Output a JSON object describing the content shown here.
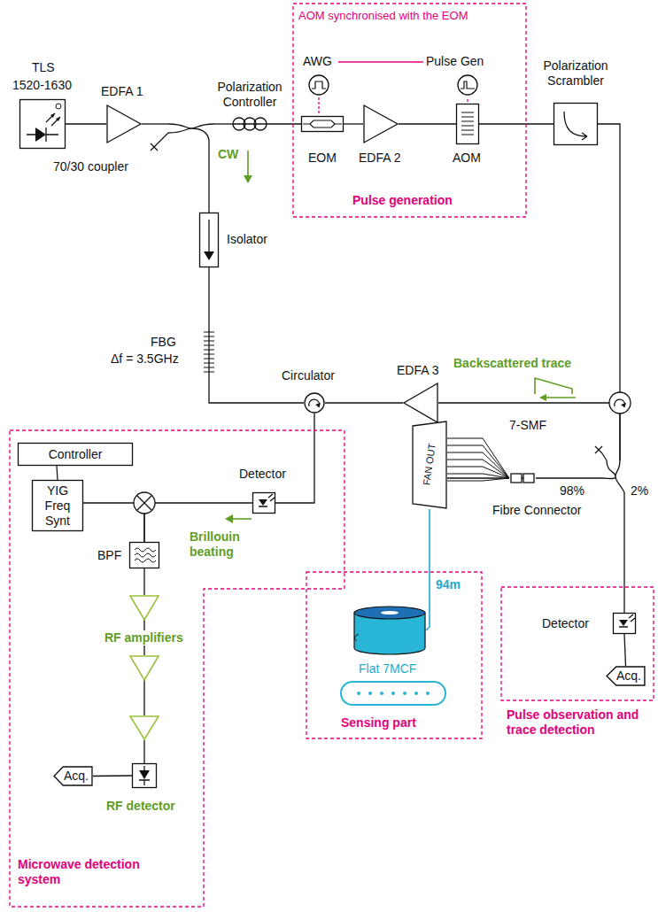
{
  "diagram": {
    "nodes": [
      {
        "text": [
          "TLS",
          "1520-1630"
        ]
      },
      {
        "text": [
          "EDFA 1"
        ]
      },
      {
        "text": [
          "70/30 coupler"
        ]
      },
      {
        "text": [
          "Polarization Controller"
        ]
      },
      {
        "text": [
          "AOM synchronised with the EOM",
          "Pulse generation"
        ]
      },
      {
        "text": [
          "AWG"
        ],
        "in": 4
      },
      {
        "text": [
          "EOM"
        ],
        "in": 4
      },
      {
        "text": [
          "EDFA 2"
        ],
        "in": 4
      },
      {
        "text": [
          "AOM"
        ],
        "in": 4
      },
      {
        "text": [
          "Pulse Gen"
        ],
        "in": 4
      },
      {
        "text": [
          "Polarization Scrambler"
        ]
      },
      {
        "text": [
          "Isolator"
        ]
      },
      {
        "text": [
          "FBG",
          "Δf = 3.5GHz"
        ]
      },
      {
        "text": [
          "Circulator"
        ]
      },
      {
        "text": [
          "EDFA 3"
        ]
      },
      {
        "text": [
          "98%",
          "2%"
        ]
      },
      {
        "text": [
          "Fibre Connector"
        ]
      },
      {
        "text": [
          "7-SMF",
          "FAN OUT"
        ]
      },
      {
        "text": [
          "94m",
          "Flat 7MCF",
          "Sensing part"
        ]
      },
      {
        "text": [
          "Pulse observation and trace detection"
        ]
      },
      {
        "text": [
          "Detector"
        ],
        "in": 19
      },
      {
        "text": [
          "Acq."
        ],
        "in": 19
      },
      {
        "text": [
          "Microwave detection system"
        ]
      },
      {
        "text": [
          "Controller"
        ],
        "in": 22
      },
      {
        "text": [
          "YIG Freq Synt"
        ],
        "in": 22
      },
      {
        "text": [
          "Detector"
        ],
        "in": 22
      },
      {
        "text": [
          "BPF"
        ],
        "in": 22
      },
      {
        "text": [
          "RF amplifiers"
        ],
        "in": 22
      },
      {
        "text": [
          "RF detector"
        ],
        "in": 22
      },
      {
        "text": [
          "Acq."
        ],
        "in": 22
      }
    ],
    "edges": [
      {
        "from": 0,
        "to": 1,
        "arrow": "none"
      },
      {
        "from": 1,
        "to": 2,
        "arrow": "none"
      },
      {
        "from": 2,
        "to": 3,
        "arrow": "none"
      },
      {
        "from": 3,
        "to": 6,
        "arrow": "none"
      },
      {
        "from": 5,
        "to": 6,
        "arrow": "none"
      },
      {
        "from": 5,
        "to": 9,
        "arrow": "none"
      },
      {
        "from": 6,
        "to": 7,
        "arrow": "none"
      },
      {
        "from": 7,
        "to": 8,
        "arrow": "none"
      },
      {
        "from": 9,
        "to": 8,
        "arrow": "none"
      },
      {
        "from": 8,
        "to": 10,
        "arrow": "none"
      },
      {
        "from": 2,
        "to": 11,
        "arrow": "none"
      },
      {
        "from": 11,
        "to": 12,
        "arrow": "none"
      },
      {
        "from": 12,
        "to": 13,
        "arrow": "none"
      },
      {
        "from": 10,
        "to": 15,
        "arrow": "none"
      },
      {
        "from": 15,
        "to": 14,
        "arrow": "none"
      },
      {
        "from": 14,
        "to": 13,
        "arrow": "none"
      },
      {
        "from": 15,
        "to": 16,
        "arrow": "none"
      },
      {
        "from": 16,
        "to": 17,
        "arrow": "none"
      },
      {
        "from": 17,
        "to": 18,
        "arrow": "none"
      },
      {
        "from": 15,
        "to": 20,
        "arrow": "none"
      },
      {
        "from": 20,
        "to": 21,
        "arrow": "none"
      },
      {
        "from": 13,
        "to": 25,
        "arrow": "none"
      },
      {
        "from": 23,
        "to": 24,
        "arrow": "none"
      },
      {
        "from": 24,
        "to": 26,
        "arrow": "none"
      },
      {
        "from": 25,
        "to": 26,
        "arrow": "none"
      },
      {
        "from": 26,
        "to": 27,
        "arrow": "none"
      },
      {
        "from": 27,
        "to": 28,
        "arrow": "none"
      },
      {
        "from": 28,
        "to": 29,
        "arrow": "none"
      }
    ],
    "labels": [
      "CW",
      "Backscattered trace",
      "Brillouin beating"
    ]
  }
}
